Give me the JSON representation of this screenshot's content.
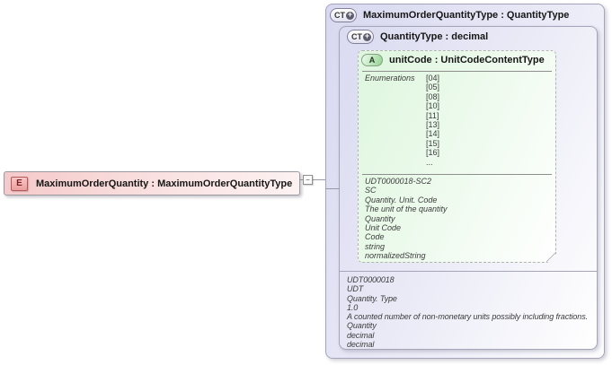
{
  "colors": {
    "type_box_fill": "#d8d8f0",
    "attribute_box_fill": "#def6de",
    "element_box_fill": "#f5c9c9",
    "element_icon_fill": "#ec9e9e",
    "box_border": "#a4a4ba",
    "dashed_border": "#b2b2b2"
  },
  "icons": {
    "element_label": "E",
    "ct_label": "CT",
    "plus_glyph": "+",
    "attribute_label": "A",
    "collapse_glyph": "−"
  },
  "element": {
    "title": "MaximumOrderQuantity : MaximumOrderQuantityType"
  },
  "outer_type": {
    "title": "MaximumOrderQuantityType : QuantityType"
  },
  "inner_type": {
    "title": "QuantityType : decimal",
    "annotations": [
      "UDT0000018",
      "UDT",
      "Quantity. Type",
      "1.0",
      "A counted number of non-monetary units possibly including fractions.",
      "Quantity",
      "decimal",
      "decimal"
    ]
  },
  "attribute": {
    "title": "unitCode : UnitCodeContentType",
    "enumerations_label": "Enumerations",
    "enumerations": [
      "[04]",
      "[05]",
      "[08]",
      "[10]",
      "[11]",
      "[13]",
      "[14]",
      "[15]",
      "[16]",
      "..."
    ],
    "annotations": [
      "UDT0000018-SC2",
      "SC",
      "Quantity. Unit. Code",
      "The unit of the quantity",
      "Quantity",
      "Unit Code",
      "Code",
      "string",
      "normalizedString"
    ]
  }
}
